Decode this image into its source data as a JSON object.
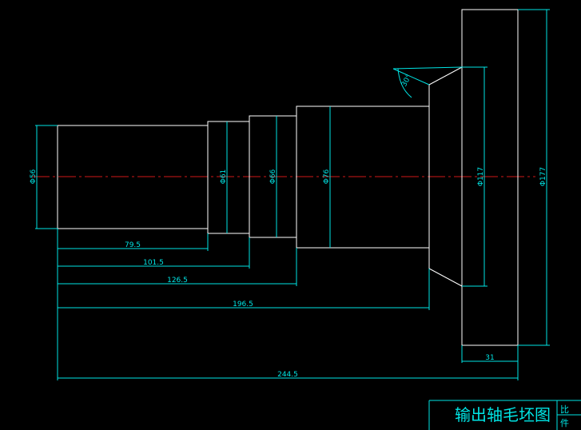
{
  "diameters": {
    "d56": "Φ56",
    "d61": "Φ61",
    "d66": "Φ66",
    "d76": "Φ76",
    "d117": "Φ117",
    "d177": "Φ177"
  },
  "lengths": {
    "l1": "79.5",
    "l2": "101.5",
    "l3": "126.5",
    "l4": "196.5",
    "flange": "31",
    "total": "244.5"
  },
  "angle": "30°",
  "title_block": {
    "title": "输出轴毛坯图",
    "cell_top": "比",
    "cell_bottom": "件"
  },
  "colors": {
    "background": "#000000",
    "outline": "#ffffff",
    "dimension": "#00e5e5",
    "centerline": "#d01818"
  }
}
